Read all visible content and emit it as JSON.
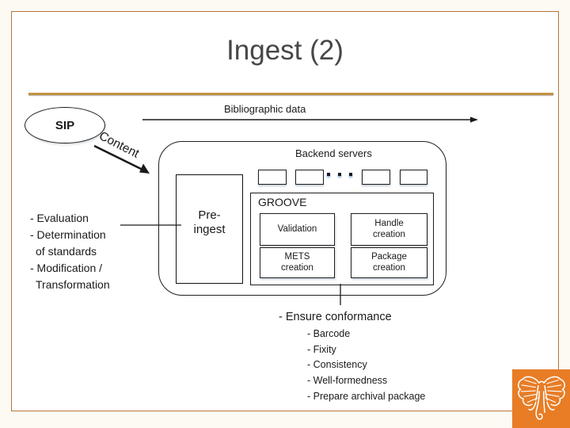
{
  "slide": {
    "title": "Ingest (2)"
  },
  "diagram": {
    "sip_label": "SIP",
    "content_arrow_label": "Content",
    "bibliographic_label": "Bibliographic data",
    "backend_servers_label": "Backend servers",
    "server_dots": "ellipsis-dots",
    "preingest_lines": [
      "Pre-",
      "ingest"
    ],
    "groove": {
      "label": "GROOVE",
      "modules": [
        "Validation",
        "Handle creation",
        "METS creation",
        "Package creation"
      ]
    },
    "left_list": [
      {
        "text": "- Evaluation",
        "indent": false
      },
      {
        "text": "- Determination",
        "indent": false
      },
      {
        "text": "of standards",
        "indent": true
      },
      {
        "text": "- Modification /",
        "indent": false
      },
      {
        "text": "Transformation",
        "indent": true
      }
    ],
    "conformance": {
      "heading": "- Ensure conformance",
      "items": [
        "- Barcode",
        "- Fixity",
        "- Consistency",
        "- Well-formedness",
        "- Prepare archival package"
      ]
    }
  },
  "logo": {
    "name": "elephant-logo"
  },
  "colors": {
    "accent_orange": "#E87D26",
    "frame_border_tan": "#B5773C",
    "title_rule_gold": "#C29243",
    "title_gray": "#474747",
    "line_black": "#1a1a1a"
  }
}
